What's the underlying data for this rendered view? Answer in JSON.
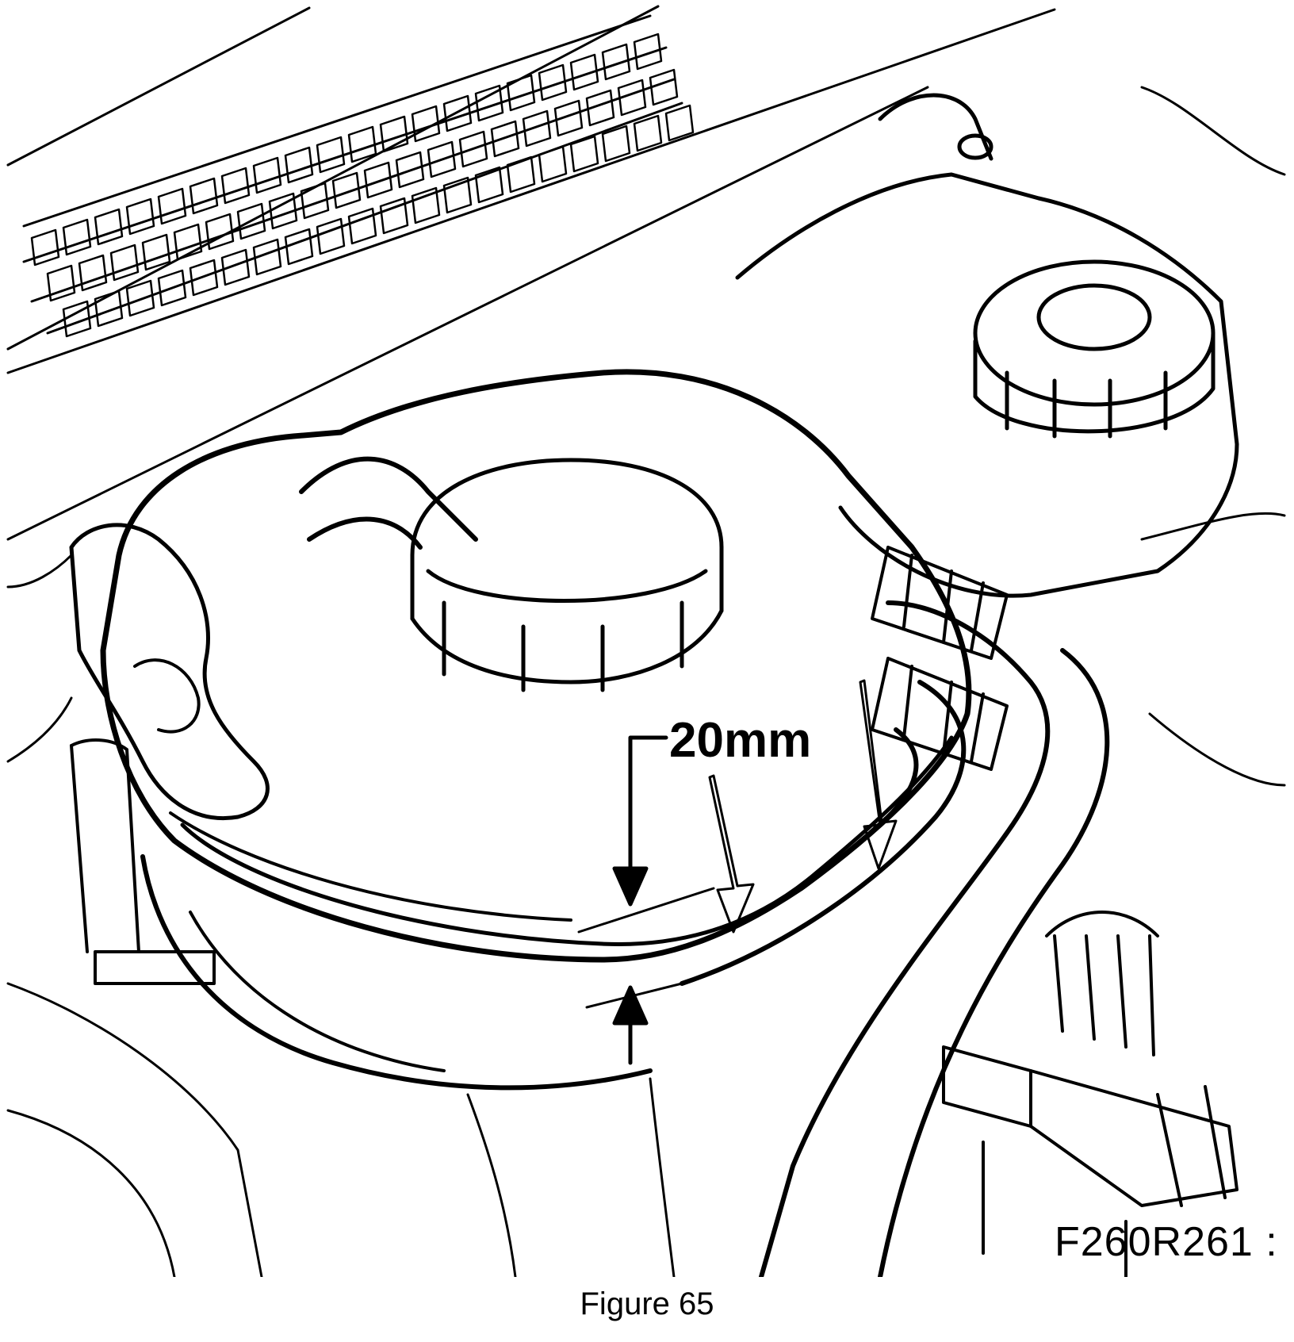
{
  "figure": {
    "dimension_label": "20mm",
    "reference_code": "F260R261 :",
    "caption": "Figure 65"
  }
}
